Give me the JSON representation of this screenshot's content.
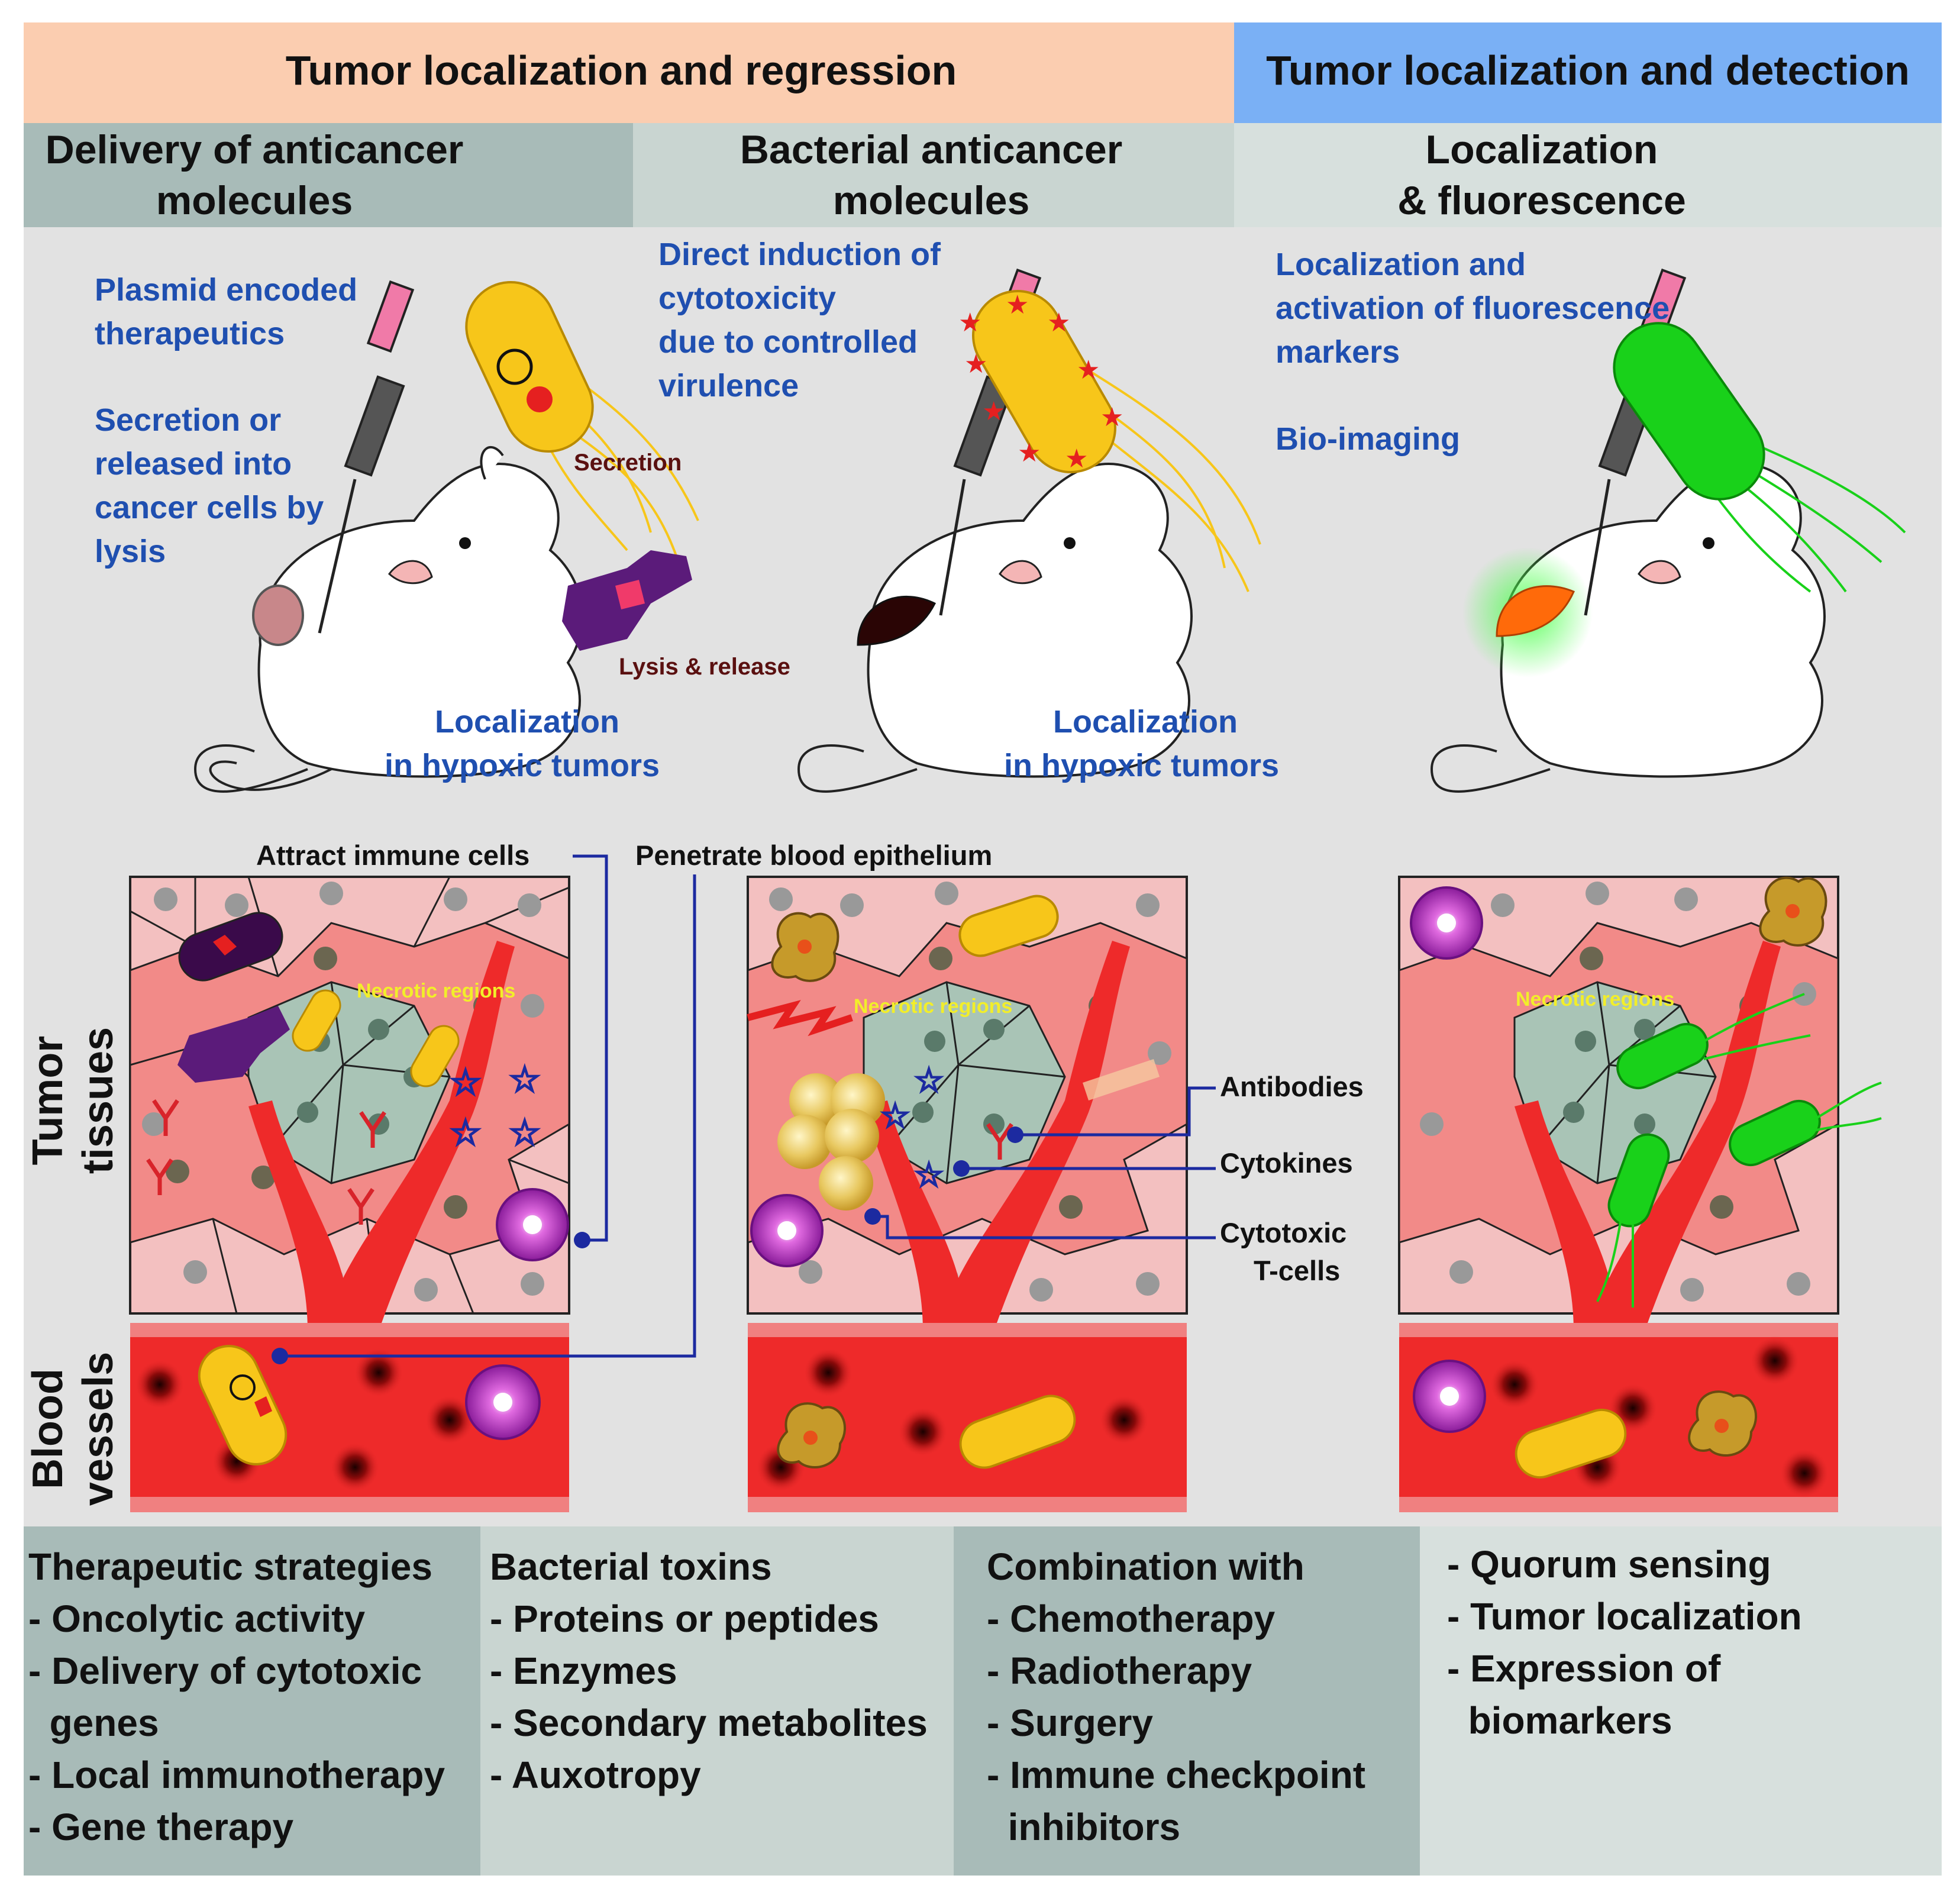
{
  "top_headers": {
    "regression": "Tumor localization and regression",
    "detection": "Tumor localization and detection"
  },
  "sub_headers": {
    "delivery": [
      "Delivery of  anticancer",
      "molecules"
    ],
    "bacterial": [
      "Bacterial anticancer",
      "molecules"
    ],
    "localization": [
      "Localization",
      "& fluorescence"
    ]
  },
  "panel1_text": {
    "plasmid": [
      "Plasmid encoded",
      "therapeutics"
    ],
    "secretion_release": [
      "Secretion or",
      "released into",
      "cancer cells by",
      "lysis"
    ],
    "secretion_label": "Secretion",
    "lysis_label": "Lysis & release",
    "localization": [
      "Localization",
      "in hypoxic tumors"
    ]
  },
  "panel2_text": {
    "direct": [
      "Direct induction of",
      "cytotoxicity",
      "due to controlled",
      "virulence"
    ],
    "localization": [
      "Localization",
      "in hypoxic tumors"
    ]
  },
  "panel3_text": {
    "fluor": [
      "Localization and",
      "activation of fluorescence",
      "markers"
    ],
    "bio": "Bio-imaging"
  },
  "callouts": {
    "attract": "Attract immune cells",
    "penetrate": "Penetrate blood epithelium",
    "antibodies": "Antibodies",
    "cytokines": "Cytokines",
    "cytotoxic": [
      "Cytotoxic",
      "T-cells"
    ]
  },
  "necrotic_label": "Necrotic regions",
  "side_labels": {
    "tumor": [
      "Tumor",
      "tissues"
    ],
    "blood": [
      "Blood",
      "vessels"
    ]
  },
  "bottom_boxes": {
    "therapeutic": [
      "Therapeutic strategies",
      "- Oncolytic activity",
      "- Delivery of cytotoxic",
      "  genes",
      "- Local immunotherapy",
      "- Gene therapy"
    ],
    "toxins": [
      "Bacterial toxins",
      "- Proteins or peptides",
      "- Enzymes",
      "- Secondary metabolites",
      "- Auxotropy"
    ],
    "combination": [
      "Combination with",
      "- Chemotherapy",
      "- Radiotherapy",
      "- Surgery",
      "- Immune checkpoint",
      "  inhibitors"
    ],
    "quorum": [
      "- Quorum sensing",
      "- Tumor localization",
      "- Expression of",
      "  biomarkers"
    ]
  },
  "colors": {
    "regression_header": "#fbcdb0",
    "detection_header": "#7ab0f5",
    "panel_bg": "#e2e2e2",
    "blue_text": "#1f4fb0",
    "bacteria_yellow": "#f7c61a",
    "bacteria_green": "#19d11a",
    "blood_red": "#ee2a2a"
  }
}
